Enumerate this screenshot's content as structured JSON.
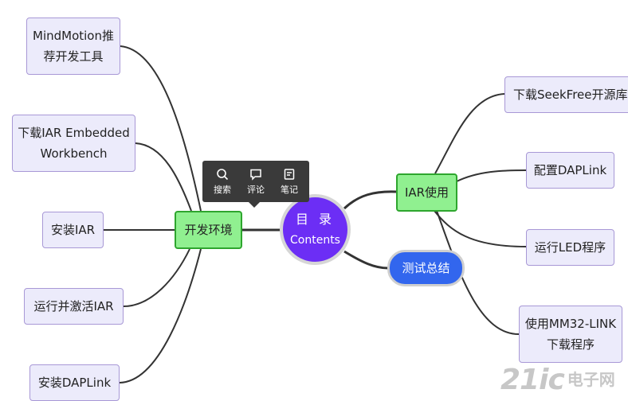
{
  "center": {
    "line1": "目 录",
    "line2": "Contents"
  },
  "branches": {
    "dev_env": "开发环境",
    "iar_use": "IAR使用",
    "summary": "测试总结"
  },
  "left_nodes": {
    "n1_l1": "MindMotion推",
    "n1_l2": "荐开发工具",
    "n2_l1": "下载IAR Embedded",
    "n2_l2": "Workbench",
    "n3": "安装IAR",
    "n4": "运行并激活IAR",
    "n5": "安装DAPLink"
  },
  "right_nodes": {
    "r1": "下载SeekFree开源库",
    "r2": "配置DAPLink",
    "r3": "运行LED程序",
    "r4_l1": "使用MM32-LINK",
    "r4_l2": "下载程序"
  },
  "toolbar": {
    "search": "搜索",
    "comment": "评论",
    "note": "笔记"
  },
  "watermark": {
    "brand": "21ic",
    "cn": "电子网"
  },
  "colors": {
    "leaf_bg": "#ecebfb",
    "leaf_border": "#a898d6",
    "branch_bg": "#90f090",
    "branch_border": "#2ea62e",
    "center_bg": "#6c2ef5",
    "summary_bg": "#3266ee"
  }
}
